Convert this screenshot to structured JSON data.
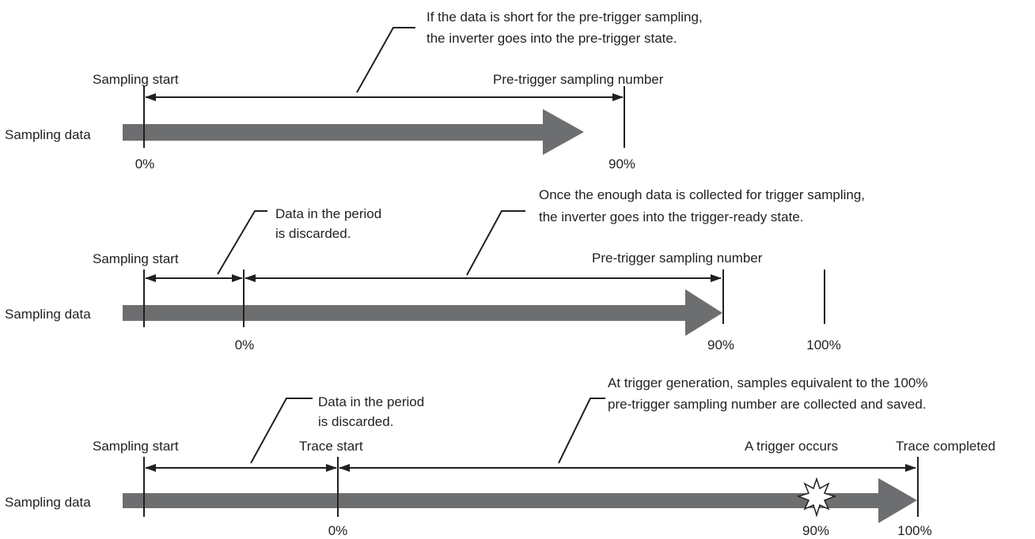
{
  "colors": {
    "ink": "#231f20",
    "arrow_fill": "#6d6e70",
    "background": "#ffffff"
  },
  "panel1": {
    "callout_line1": "If the data is short for the pre-trigger sampling,",
    "callout_line2": "the inverter goes into the pre-trigger state.",
    "sampling_start": "Sampling start",
    "pretrigger_label": "Pre-trigger sampling number",
    "row_label": "Sampling data",
    "tick_0": "0%",
    "tick_90": "90%"
  },
  "panel2": {
    "discard_line1": "Data in the period",
    "discard_line2": "is discarded.",
    "callout_line1": "Once the enough data is collected for trigger sampling,",
    "callout_line2": "the inverter goes into the trigger-ready state.",
    "sampling_start": "Sampling start",
    "pretrigger_label": "Pre-trigger sampling number",
    "row_label": "Sampling data",
    "tick_0": "0%",
    "tick_90": "90%",
    "tick_100": "100%"
  },
  "panel3": {
    "discard_line1": "Data in the period",
    "discard_line2": "is discarded.",
    "callout_line1": "At trigger generation, samples equivalent to the 100%",
    "callout_line2": "pre-trigger sampling number are collected and saved.",
    "sampling_start": "Sampling start",
    "trace_start": "Trace start",
    "trigger_label": "A trigger occurs",
    "trace_completed": "Trace completed",
    "row_label": "Sampling data",
    "tick_0": "0%",
    "tick_90": "90%",
    "tick_100": "100%",
    "trigger_icon": "starburst-icon"
  }
}
